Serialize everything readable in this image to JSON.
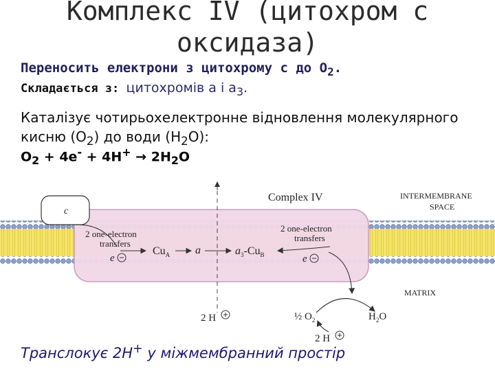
{
  "title": {
    "line1": "Комплекс IV (цитохром с",
    "line2": "оксидаза)"
  },
  "text": {
    "transfers": "Переносить електрони з цитохрому с до О",
    "transfers_sub": "2",
    "transfers_end": ".",
    "consists_label": "Складається з:",
    "consists_value": "цитохромів а  і а",
    "consists_sub": "3",
    "consists_end": ".",
    "catalyzes_1": "Каталізує чотирьохелектронне відновлення молекулярного",
    "catalyzes_2a": "кисню (О",
    "catalyzes_2sub": "2",
    "catalyzes_2b": ") до води (Н",
    "catalyzes_2sub2": "2",
    "catalyzes_2c": "О):",
    "equation": {
      "o2": "O",
      "o2sub": "2",
      "plus1": " + 4e",
      "minus": "-",
      "plus2": " + 4H",
      "plus_sup": "+",
      "arrow": " → ",
      "product": "2H",
      "product_sub": "2",
      "product_end": "O"
    },
    "translocates": "Транслокує 2Н",
    "translocates_sup": "+",
    "translocates_end": " у міжмембранний простір"
  },
  "diagram": {
    "complex_label": "Complex IV",
    "intermembrane_1": "INTERMEMBRANE",
    "intermembrane_2": "SPACE",
    "matrix_label": "MATRIX",
    "cyt_c": "c",
    "left_transfer_1": "2 one-electron",
    "left_transfer_2": "transfers",
    "right_transfer_1": "2 one-electron",
    "right_transfer_2": "transfers",
    "e_left": "e",
    "e_right": "e",
    "cua": "Cu",
    "cua_sub": "A",
    "a": "a",
    "a3cub_a": "a",
    "a3cub_sub": "3",
    "a3cub_cu": "-Cu",
    "a3cub_sub2": "B",
    "h_left": "2 H",
    "o2_label": "½ O",
    "o2_sub": "2",
    "h2o": "H",
    "h2o_sub": "2",
    "h2o_end": "O",
    "h_right": "2 H",
    "colors": {
      "membrane_head": "#8aa0c8",
      "membrane_core": "#f5e46a",
      "complex_fill": "#f2d8e8",
      "complex_edge": "#c79ab8"
    }
  }
}
